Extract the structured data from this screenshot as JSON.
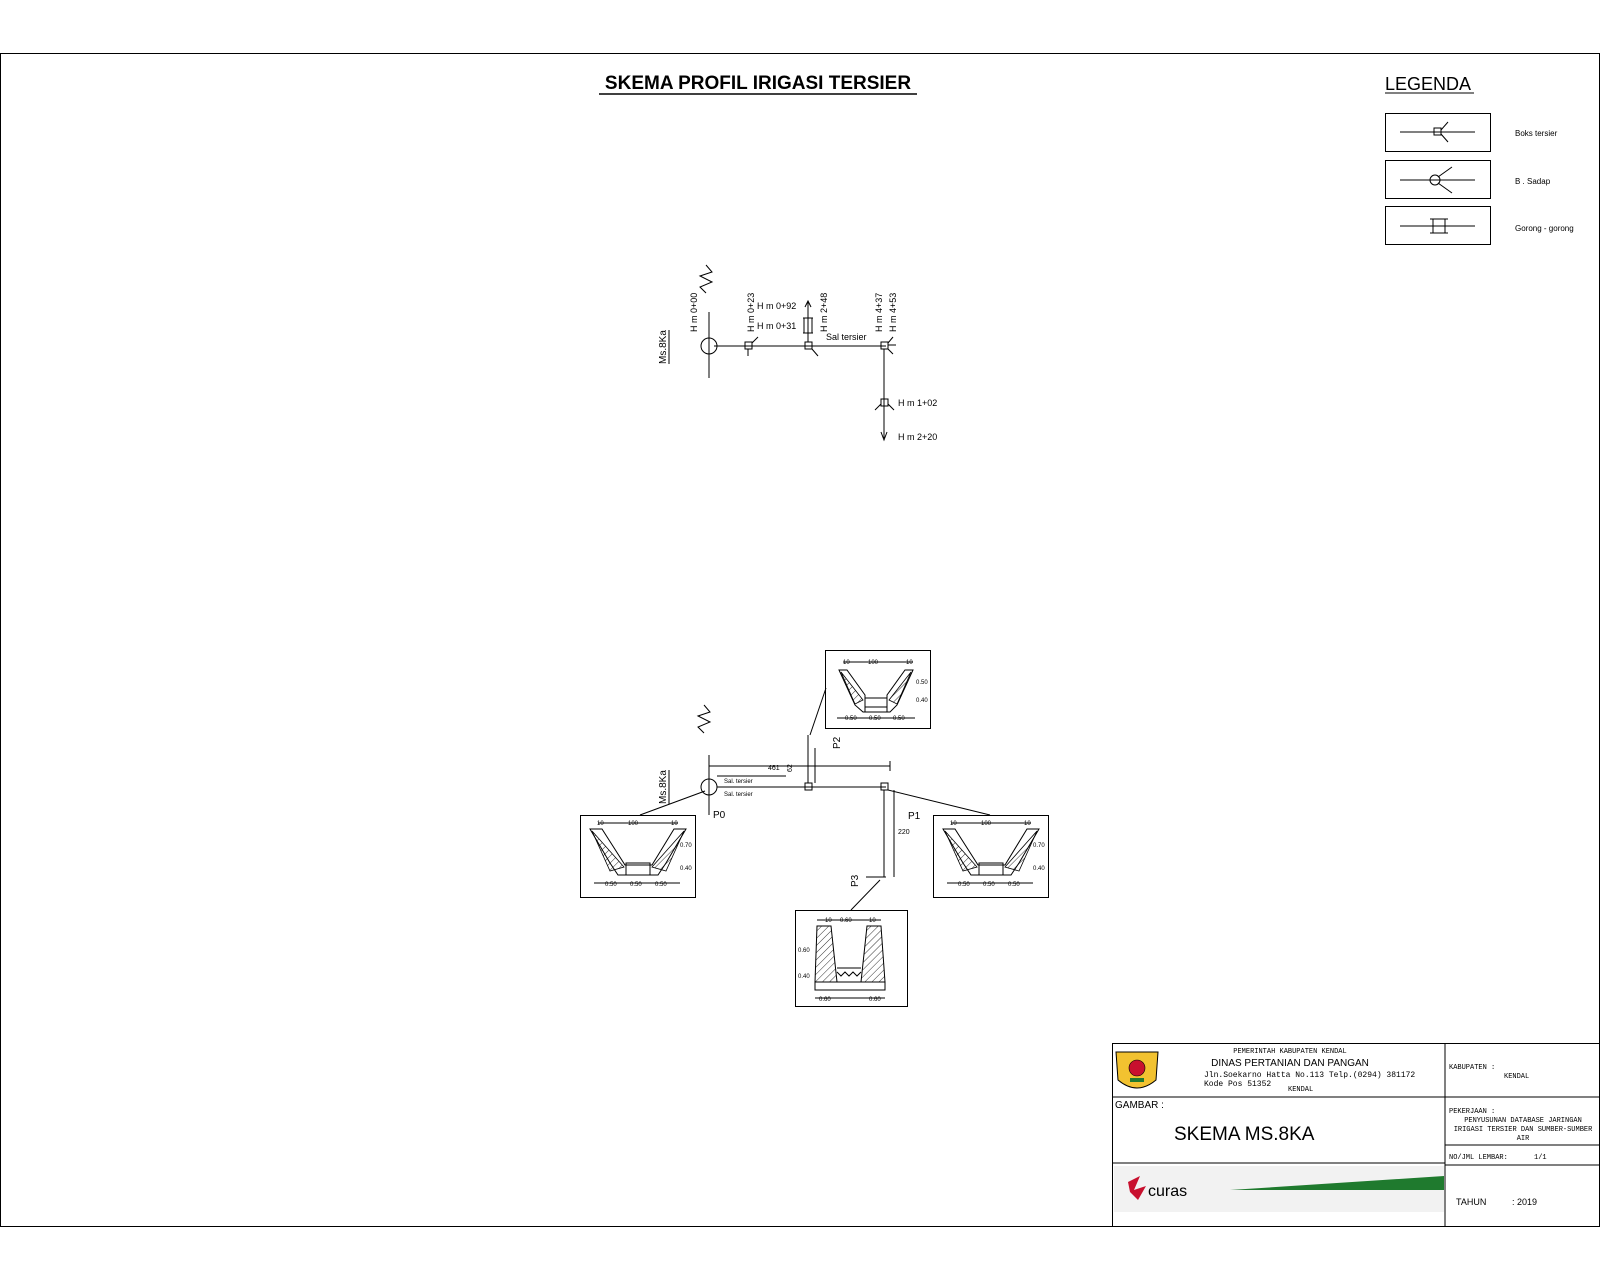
{
  "drawing": {
    "title": "SKEMA PROFIL IRIGASI TERSIER"
  },
  "legend": {
    "title": "LEGENDA",
    "items": [
      {
        "label": "Boks tersier",
        "icon": "box-tersier-icon"
      },
      {
        "label": "B . Sadap",
        "icon": "bangunan-sadap-icon"
      },
      {
        "label": "Gorong - gorong",
        "icon": "gorong-gorong-icon"
      }
    ]
  },
  "schema": {
    "source_label": "Ms.8Ka",
    "channel_label": "Sal tersier",
    "stations": {
      "hm_0_00": "H m 0+00",
      "hm_0_23": "H m 0+23",
      "hm_0_31": "H m 0+31",
      "hm_0_92": "H m 0+92",
      "hm_2_48": "H m 2+48",
      "hm_4_37": "H m 4+37",
      "hm_4_53": "H m 4+53",
      "hm_1_02": "H m 1+02",
      "hm_2_20": "H m 2+20"
    }
  },
  "profile": {
    "source_label": "Ms.8Ka",
    "points": {
      "p0": "P0",
      "p1": "P1",
      "p2": "P2",
      "p3": "P3"
    },
    "dims": {
      "main": "461",
      "branch_up": "62",
      "branch_down": "220"
    },
    "faint_labels": {
      "upper": "Sal. tersier",
      "lower": "Sal. tersier"
    },
    "sections": {
      "trap": {
        "top": "100",
        "side": "10",
        "h1": "0.70",
        "h2": "0.40",
        "base": "0.50"
      },
      "p2": {
        "top": "100",
        "side": "10",
        "h1": "0.50",
        "h2": "0.40",
        "base": "0.50"
      },
      "rect": {
        "top": "0.60",
        "side": "10",
        "h1": "0.60",
        "h2": "0.40",
        "base": "0.60"
      }
    }
  },
  "title_block": {
    "gov": "PEMERINTAH KABUPATEN KENDAL",
    "agency": "DINAS PERTANIAN DAN PANGAN",
    "address": "Jln.Soekarno Hatta No.113 Telp.(0294) 381172",
    "postal": "Kode Pos 51352",
    "city": "KENDAL",
    "kabupaten_label": "KABUPATEN :",
    "kabupaten_value": "KENDAL",
    "gambar_label": "GAMBAR :",
    "gambar_value": "SKEMA MS.8KA",
    "pekerjaan_label": "PEKERJAAN :",
    "pekerjaan_lines": [
      "PENYUSUNAN DATABASE JARINGAN",
      "IRIGASI TERSIER DAN SUMBER-SUMBER",
      "AIR"
    ],
    "lembar_label": "NO/JML LEMBAR:",
    "lembar_value": "1/1",
    "tahun_label": "TAHUN",
    "tahun_value": ": 2019",
    "logo_text": "curas",
    "colors": {
      "band": "#1f7a2e",
      "logo_red": "#c8102e",
      "crest_yellow": "#f2c230"
    }
  }
}
